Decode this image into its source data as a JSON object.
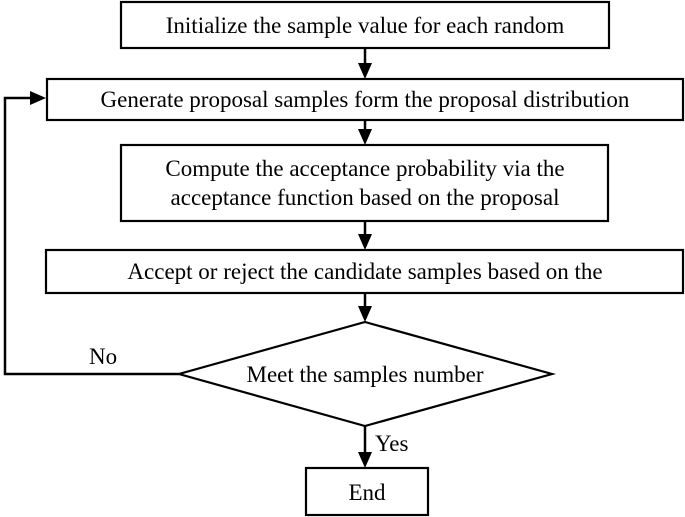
{
  "flowchart": {
    "steps": [
      {
        "text": "Initialize the sample value for each random"
      },
      {
        "text": "Generate proposal samples form the proposal distribution"
      },
      {
        "lines": [
          "Compute the acceptance probability via the",
          "acceptance function based on the proposal"
        ]
      },
      {
        "text": "Accept or reject the candidate samples based on the"
      }
    ],
    "decision": {
      "text": "Meet the samples number"
    },
    "end": {
      "text": "End"
    },
    "edge_labels": {
      "no": "No",
      "yes": "Yes"
    }
  }
}
